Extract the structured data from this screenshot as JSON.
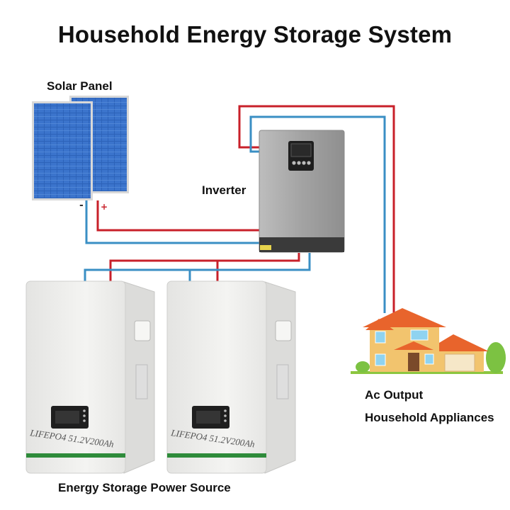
{
  "title": "Household Energy Storage System",
  "labels": {
    "solar_panel": "Solar Panel",
    "inverter": "Inverter",
    "ac_output": "Ac Output",
    "household_appliances": "Household Appliances",
    "energy_storage": "Energy Storage Power Source"
  },
  "solar_polarity": {
    "negative": "-",
    "positive": "+"
  },
  "battery_text": "LIFEPO4 51.2V200Ah",
  "wire_colors": {
    "positive": "#c8202a",
    "negative": "#3a8fc4"
  },
  "colors": {
    "roof": "#e8642c",
    "wall": "#f2c46e",
    "battery_body": "#eeeeec",
    "inverter_body": "#a9a9a9"
  }
}
